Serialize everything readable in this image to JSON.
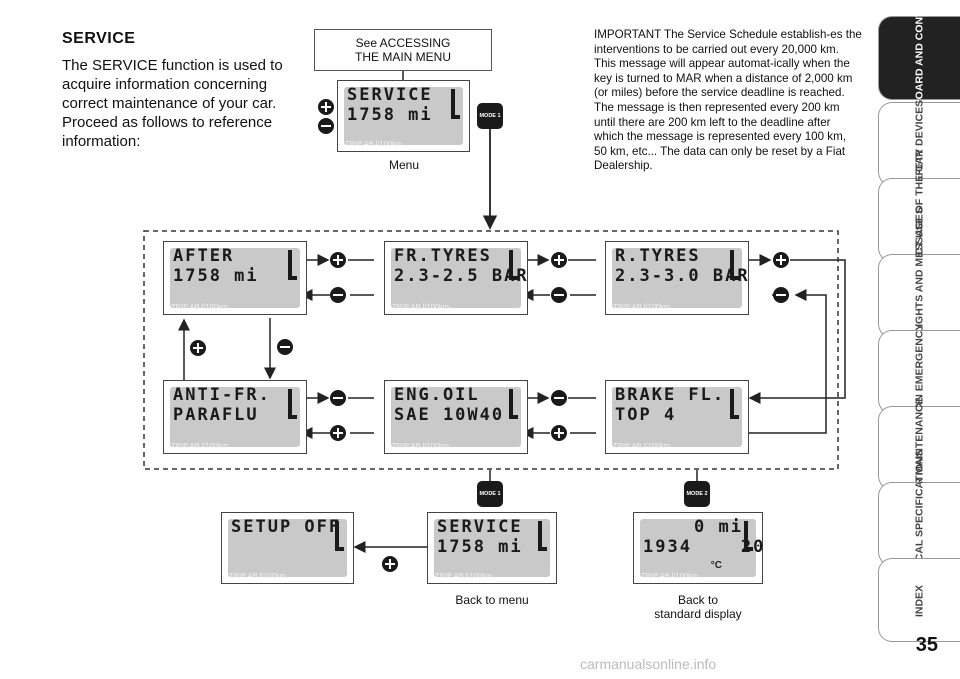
{
  "heading": "SERVICE",
  "intro": "The SERVICE function is used to acquire information concerning correct maintenance of your car. Proceed as follows to reference information:",
  "important": "IMPORTANT The Service Schedule establish-es the interventions to be carried out every 20,000 km. This message will appear automat-ically when the key is turned to MAR when a distance of 2,000 km (or miles) before the service deadline is reached. The message is then represented every 200 km until there are 200 km left to the deadline after which the message is represented every 100 km, 50 km, etc... The data can only be reset by a Fiat Dealership.",
  "see_box": {
    "line1": "See ACCESSING",
    "line2": "THE MAIN MENU"
  },
  "captions": {
    "menu": "Menu",
    "back_menu": "Back to menu",
    "back_std_1": "Back to",
    "back_std_2": "standard display"
  },
  "buttons": {
    "mode1": "MODE 1",
    "mode2": "MODE 2"
  },
  "lcd_footer": "TRIP AB l/100km",
  "displays": {
    "menu": {
      "l1": "SERVICE",
      "l2": "1758 mi"
    },
    "after": {
      "l1": "AFTER",
      "l2": "1758 mi"
    },
    "fr_tyres": {
      "l1": "FR.TYRES",
      "l2": "2.3-2.5 BAR"
    },
    "r_tyres": {
      "l1": "R.TYRES",
      "l2": "2.3-3.0 BAR"
    },
    "anti_fr": {
      "l1": "ANTI-FR.",
      "l2": "PARAFLU"
    },
    "eng_oil": {
      "l1": "ENG.OIL",
      "l2": "SAE 10W40"
    },
    "brake_fl": {
      "l1": "BRAKE FL.",
      "l2": "TOP 4"
    },
    "setup": {
      "l1": "SETUP OFF",
      "l2": ""
    },
    "service2": {
      "l1": "SERVICE",
      "l2": "1758 mi"
    },
    "standard": {
      "l1": "0 mi",
      "l2": "1934    20",
      "unit": "°C"
    }
  },
  "tabs": [
    "DASHBOARD AND CONTROLS",
    "SAFETY DEVICES",
    "CORRECT USE OF THE CAR",
    "WARNING LIGHTS AND MESSAGES",
    "IN AN EMERGENCY",
    "CAR MAINTENANCE",
    "TECHNICAL SPECIFICATIONS",
    "INDEX"
  ],
  "page_number": "35",
  "watermark": "carmanualsonline.info"
}
